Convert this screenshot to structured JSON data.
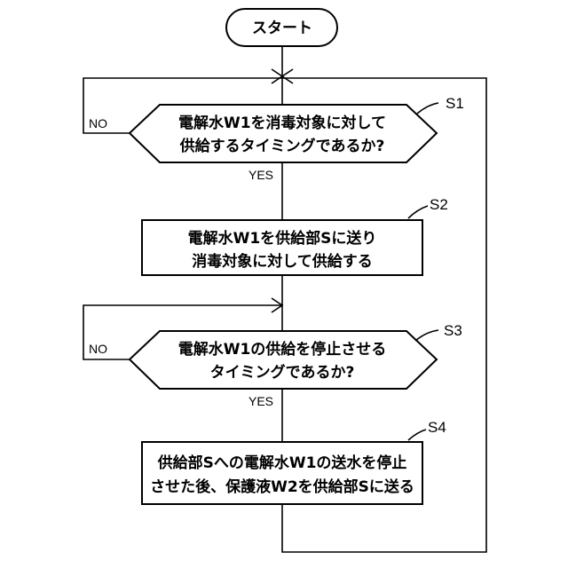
{
  "start": {
    "label": "スタート"
  },
  "s1": {
    "tag": "S1",
    "line1": "電解水W1を消毒対象に対して",
    "line2": "供給するタイミングであるか?",
    "no_label": "NO",
    "yes_label": "YES"
  },
  "s2": {
    "tag": "S2",
    "line1": "電解水W1を供給部Sに送り",
    "line2": "消毒対象に対して供給する"
  },
  "s3": {
    "tag": "S3",
    "line1": "電解水W1の供給を停止させる",
    "line2": "タイミングであるか?",
    "no_label": "NO",
    "yes_label": "YES"
  },
  "s4": {
    "tag": "S4",
    "line1": "供給部Sへの電解水W1の送水を停止",
    "line2": "させた後、保護液W2を供給部Sに送る"
  }
}
